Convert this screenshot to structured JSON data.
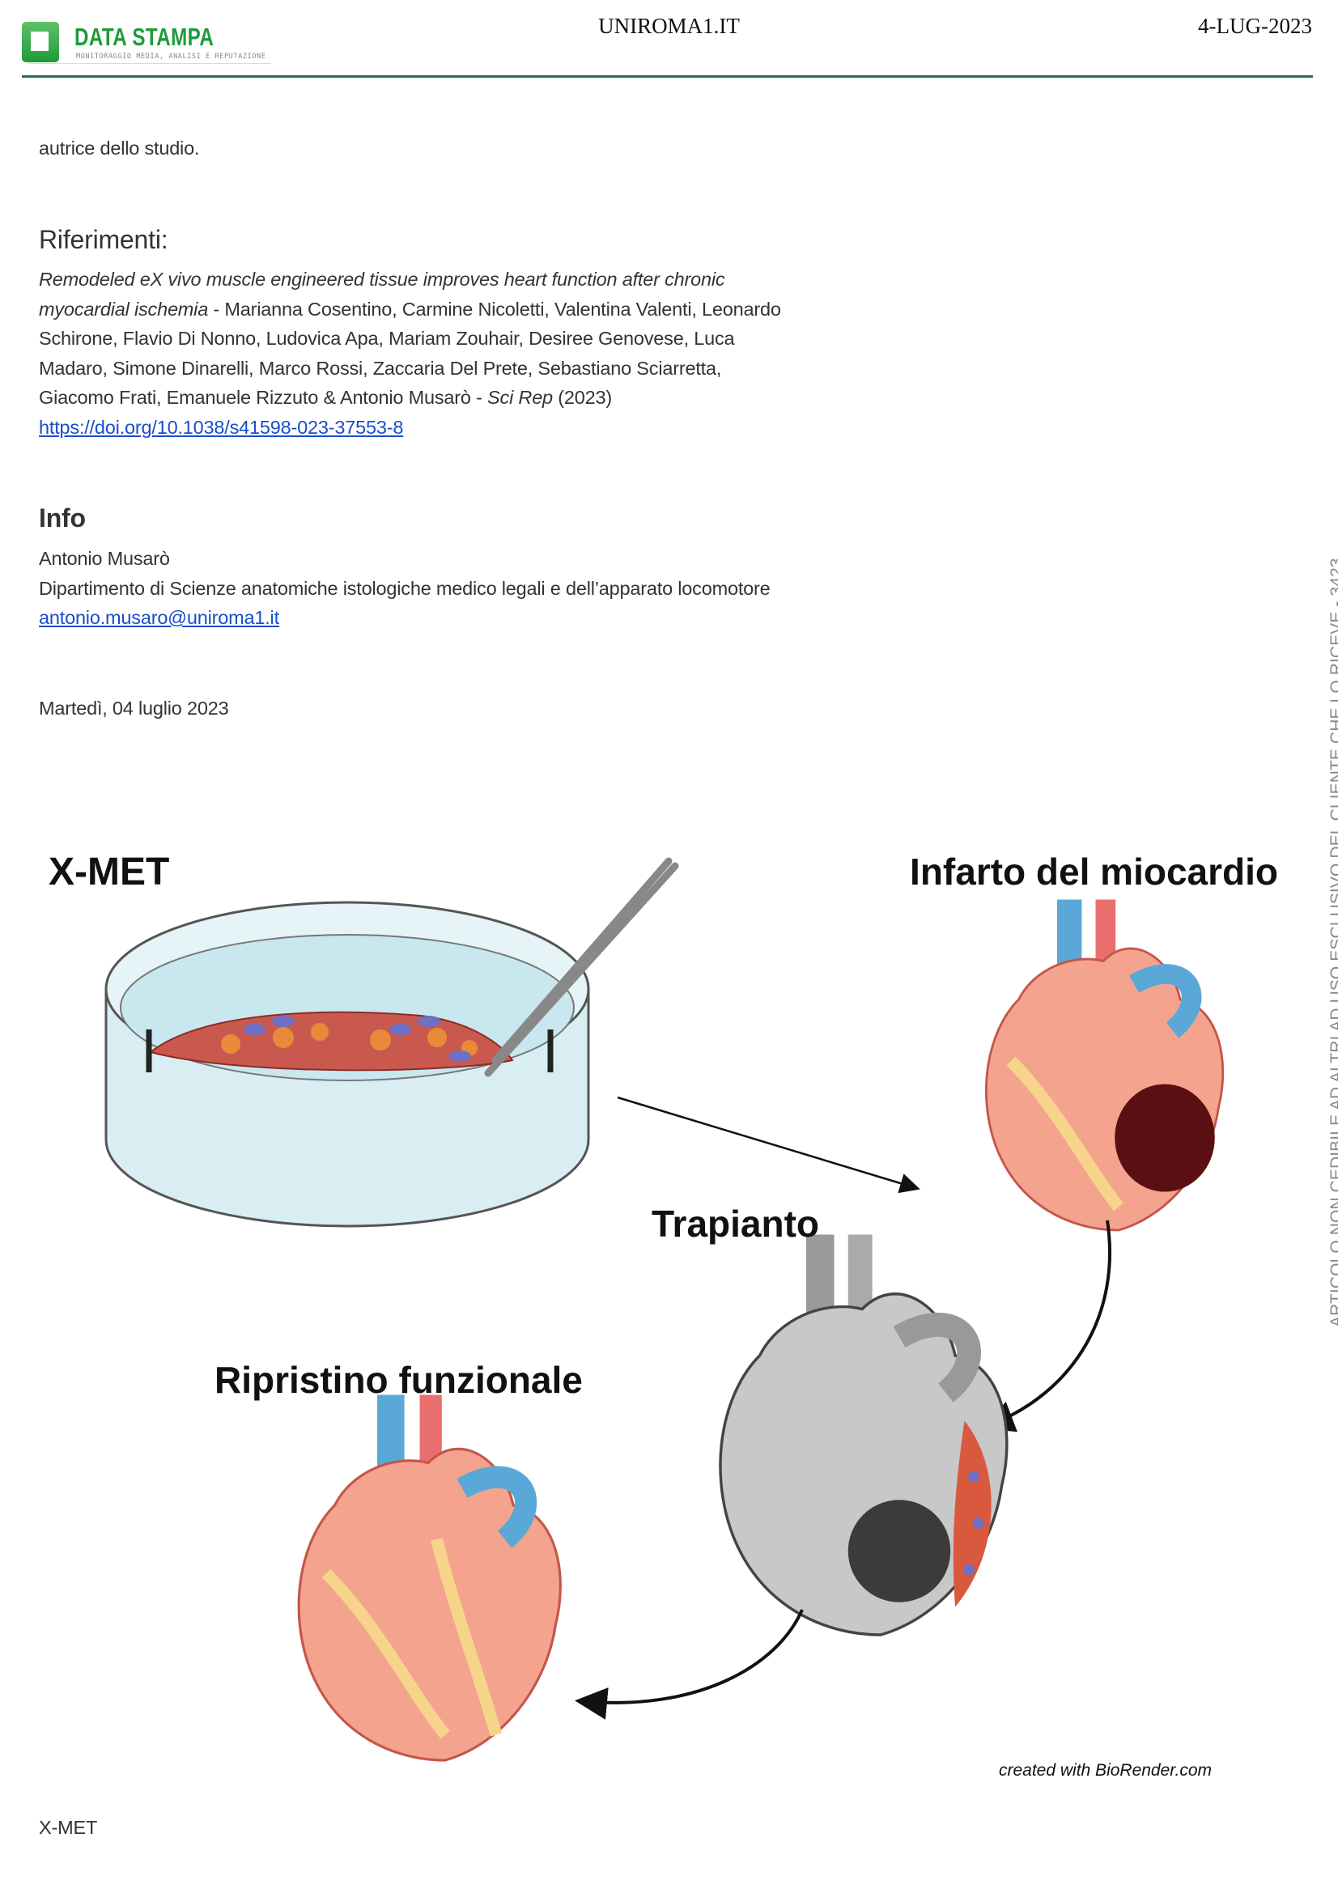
{
  "header": {
    "logo_name": "DATA STAMPA",
    "logo_tagline": "MONITORAGGIO MEDIA, ANALISI E REPUTAZIONE",
    "source": "UNIROMA1.IT",
    "date": "4-LUG-2023"
  },
  "article": {
    "intro_tail": "autrice dello studio.",
    "references_heading": "Riferimenti:",
    "reference": {
      "title_line1": "Remodeled eX vivo muscle engineered tissue improves heart function after chronic",
      "title_line2": "myocardial ischemia",
      "authors_line2": " - Marianna Cosentino, Carmine Nicoletti, Valentina Valenti, Leonardo",
      "authors_line3": "Schirone, Flavio Di Nonno, Ludovica Apa, Mariam Zouhair, Desiree Genovese, Luca",
      "authors_line4": "Madaro, Simone Dinarelli, Marco Rossi, Zaccaria Del Prete, Sebastiano Sciarretta,",
      "authors_line5": "Giacomo Frati, Emanuele Rizzuto & Antonio Musarò - ",
      "journal": "Sci Rep",
      "year": " (2023)",
      "doi": "https://doi.org/10.1038/s41598-023-37553-8"
    },
    "info_heading": "Info",
    "contact_name": "Antonio Musarò",
    "contact_department": "Dipartimento di Scienze anatomiche istologiche medico legali e dell’apparato locomotore",
    "contact_email": "antonio.musaro@uniroma1.it",
    "pub_date": "Martedì, 04 luglio 2023"
  },
  "figure": {
    "label_xmet": "X-MET",
    "label_infarct": "Infarto del miocardio",
    "label_transplant": "Trapianto",
    "label_recovery": "Ripristino funzionale",
    "credit": "created with BioRender.com",
    "caption": "X-MET"
  },
  "watermark": "ARTICOLO NON CEDIBILE AD ALTRI AD USO ESCLUSIVO DEL CLIENTE CHE LO RICEVE - 3423"
}
